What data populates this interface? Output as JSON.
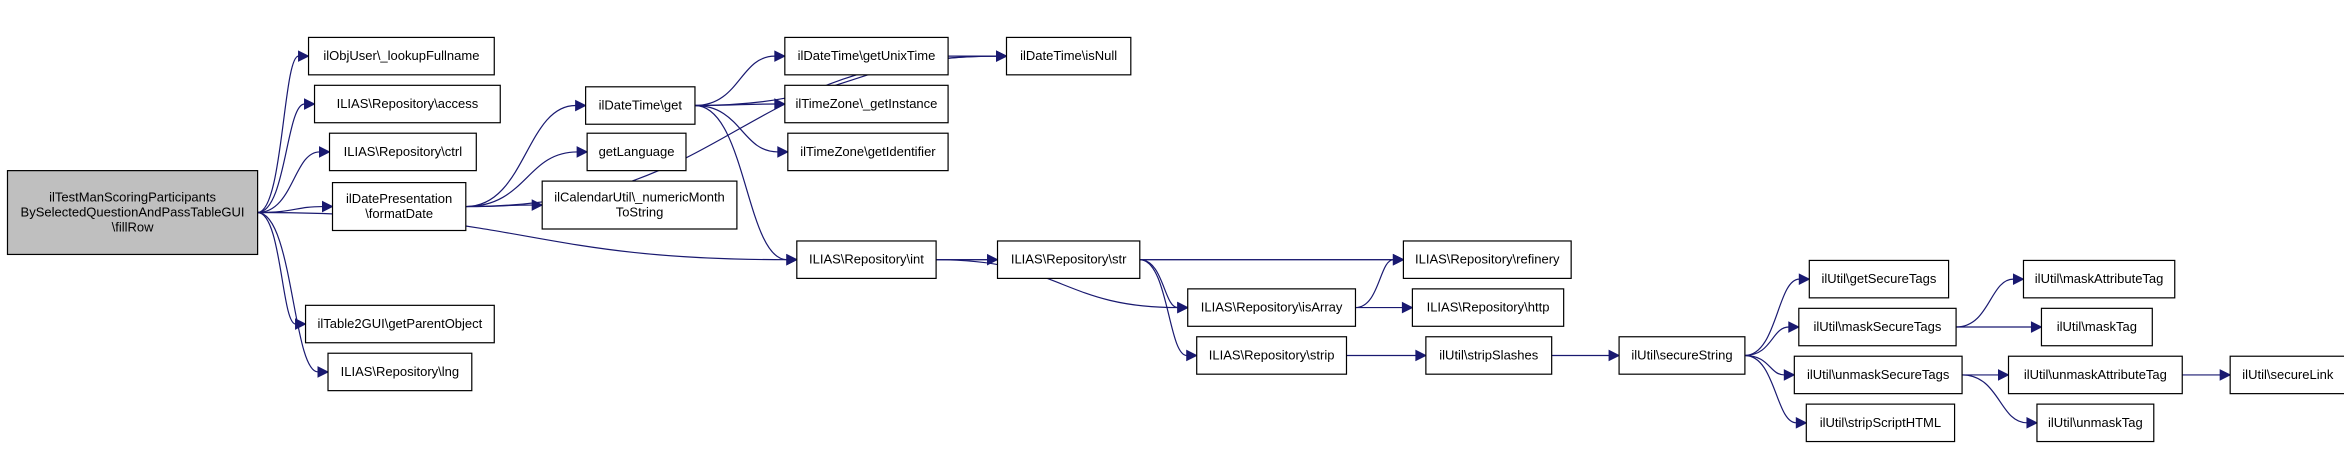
{
  "diagram": {
    "type": "call-graph",
    "direction": "left-to-right",
    "colors": {
      "edge": "#191970",
      "root_fill": "#bfbfbf",
      "node_fill": "#ffffff",
      "node_border": "#000000"
    },
    "nodes": [
      {
        "id": "root",
        "lines": [
          "ilTestManScoringParticipants",
          "BySelectedQuestionAndPassTableGUI",
          "\\fillRow"
        ],
        "root": true
      },
      {
        "id": "lookupFullname",
        "lines": [
          "ilObjUser\\_lookupFullname"
        ]
      },
      {
        "id": "access",
        "lines": [
          "ILIAS\\Repository\\access"
        ]
      },
      {
        "id": "ctrl",
        "lines": [
          "ILIAS\\Repository\\ctrl"
        ]
      },
      {
        "id": "formatDate",
        "lines": [
          "ilDatePresentation",
          "\\formatDate"
        ]
      },
      {
        "id": "getParentObject",
        "lines": [
          "ilTable2GUI\\getParentObject"
        ]
      },
      {
        "id": "lng",
        "lines": [
          "ILIAS\\Repository\\lng"
        ]
      },
      {
        "id": "dtGet",
        "lines": [
          "ilDateTime\\get"
        ]
      },
      {
        "id": "getLanguage",
        "lines": [
          "getLanguage"
        ]
      },
      {
        "id": "numericMonth",
        "lines": [
          "ilCalendarUtil\\_numericMonth",
          "ToString"
        ]
      },
      {
        "id": "getUnixTime",
        "lines": [
          "ilDateTime\\getUnixTime"
        ]
      },
      {
        "id": "isNull",
        "lines": [
          "ilDateTime\\isNull"
        ]
      },
      {
        "id": "getInstance",
        "lines": [
          "ilTimeZone\\_getInstance"
        ]
      },
      {
        "id": "getIdentifier",
        "lines": [
          "ilTimeZone\\getIdentifier"
        ]
      },
      {
        "id": "repoInt",
        "lines": [
          "ILIAS\\Repository\\int"
        ]
      },
      {
        "id": "repoStr",
        "lines": [
          "ILIAS\\Repository\\str"
        ]
      },
      {
        "id": "refinery",
        "lines": [
          "ILIAS\\Repository\\refinery"
        ]
      },
      {
        "id": "isArray",
        "lines": [
          "ILIAS\\Repository\\isArray"
        ]
      },
      {
        "id": "http",
        "lines": [
          "ILIAS\\Repository\\http"
        ]
      },
      {
        "id": "strip",
        "lines": [
          "ILIAS\\Repository\\strip"
        ]
      },
      {
        "id": "stripSlashes",
        "lines": [
          "ilUtil\\stripSlashes"
        ]
      },
      {
        "id": "secureString",
        "lines": [
          "ilUtil\\secureString"
        ]
      },
      {
        "id": "getSecureTags",
        "lines": [
          "ilUtil\\getSecureTags"
        ]
      },
      {
        "id": "maskSecureTags",
        "lines": [
          "ilUtil\\maskSecureTags"
        ]
      },
      {
        "id": "unmaskSecureTags",
        "lines": [
          "ilUtil\\unmaskSecureTags"
        ]
      },
      {
        "id": "stripScriptHTML",
        "lines": [
          "ilUtil\\stripScriptHTML"
        ]
      },
      {
        "id": "maskAttributeTag",
        "lines": [
          "ilUtil\\maskAttributeTag"
        ]
      },
      {
        "id": "maskTag",
        "lines": [
          "ilUtil\\maskTag"
        ]
      },
      {
        "id": "unmaskAttributeTag",
        "lines": [
          "ilUtil\\unmaskAttributeTag"
        ]
      },
      {
        "id": "unmaskTag",
        "lines": [
          "ilUtil\\unmaskTag"
        ]
      },
      {
        "id": "secureLink",
        "lines": [
          "ilUtil\\secureLink"
        ]
      }
    ],
    "edges": [
      [
        "root",
        "lookupFullname"
      ],
      [
        "root",
        "access"
      ],
      [
        "root",
        "ctrl"
      ],
      [
        "root",
        "formatDate"
      ],
      [
        "root",
        "repoInt"
      ],
      [
        "root",
        "getParentObject"
      ],
      [
        "root",
        "lng"
      ],
      [
        "formatDate",
        "dtGet"
      ],
      [
        "formatDate",
        "getLanguage"
      ],
      [
        "formatDate",
        "numericMonth"
      ],
      [
        "formatDate",
        "isNull"
      ],
      [
        "dtGet",
        "getUnixTime"
      ],
      [
        "dtGet",
        "getInstance"
      ],
      [
        "dtGet",
        "getIdentifier"
      ],
      [
        "dtGet",
        "isNull"
      ],
      [
        "dtGet",
        "repoInt"
      ],
      [
        "getUnixTime",
        "isNull"
      ],
      [
        "repoInt",
        "repoStr"
      ],
      [
        "repoInt",
        "refinery"
      ],
      [
        "repoInt",
        "isArray"
      ],
      [
        "repoStr",
        "refinery"
      ],
      [
        "repoStr",
        "isArray"
      ],
      [
        "repoStr",
        "strip"
      ],
      [
        "isArray",
        "refinery"
      ],
      [
        "isArray",
        "http"
      ],
      [
        "strip",
        "stripSlashes"
      ],
      [
        "stripSlashes",
        "secureString"
      ],
      [
        "secureString",
        "getSecureTags"
      ],
      [
        "secureString",
        "maskSecureTags"
      ],
      [
        "secureString",
        "unmaskSecureTags"
      ],
      [
        "secureString",
        "stripScriptHTML"
      ],
      [
        "maskSecureTags",
        "maskAttributeTag"
      ],
      [
        "maskSecureTags",
        "maskTag"
      ],
      [
        "unmaskSecureTags",
        "unmaskAttributeTag"
      ],
      [
        "unmaskSecureTags",
        "unmaskTag"
      ],
      [
        "unmaskAttributeTag",
        "secureLink"
      ]
    ]
  }
}
